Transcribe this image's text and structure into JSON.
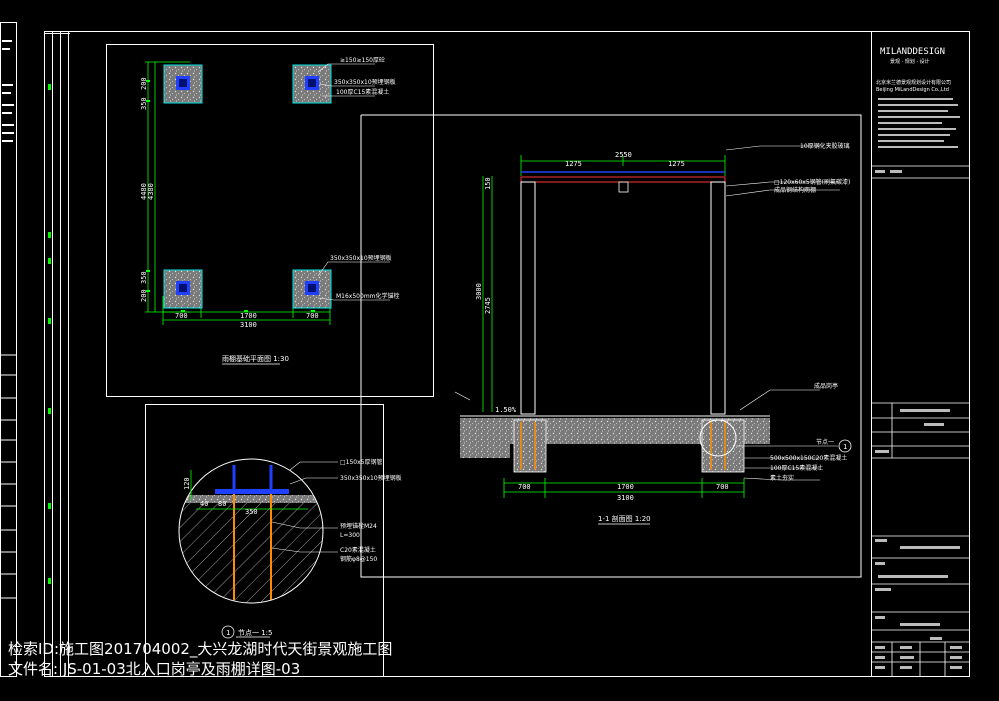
{
  "overlay": {
    "search_id": "检索ID:施工图201704002_大兴龙湖时代天街景观施工图",
    "file_name": "文件名: JS-01-03北入口岗亭及雨棚详图-03"
  },
  "plan_view": {
    "title": "雨棚基础平面图 1:30",
    "top_dims": [
      "700",
      "1700",
      "700"
    ],
    "top_total": "3100",
    "left_dims": [
      "200",
      "350",
      "4380",
      "350",
      "200"
    ],
    "left_total": "4480",
    "labels": [
      "≥150≥150厚砼",
      "350x350x10预埋钢板",
      "100厚C15素混凝土",
      "350x350x10预埋钢板",
      "M16x500mm化学锚栓"
    ]
  },
  "section_view": {
    "title": "1-1 剖面图 1:20",
    "top_dims": [
      "1275",
      "1275"
    ],
    "top_total": "2550",
    "bottom_dims": [
      "700",
      "1700",
      "700"
    ],
    "bottom_total": "3100",
    "height_labels": [
      "3000",
      "2745",
      "150"
    ],
    "slope_label": "1.50%",
    "callout_number": "1",
    "callout_label": "节点一",
    "labels": [
      "10厚钢化夹胶玻璃",
      "□120x60x5钢管(刷氟碳漆)",
      "成品钢结构雨棚",
      "成品岗亭",
      "500x500x150C20素混凝土",
      "100厚C15素混凝土",
      "素土夯实"
    ]
  },
  "detail_view": {
    "title": "节点一 1:5",
    "callout_number": "1",
    "dims": [
      "40",
      "80",
      "350",
      "120"
    ],
    "labels": [
      "□150x5厚钢管",
      "350x350x10预埋钢板",
      "预埋锚栓M24",
      "L=300",
      "C20素混凝土",
      "钢筋φ8@150"
    ]
  },
  "title_block": {
    "brand": "MILANDDESIGN",
    "brand_sub": "景观 · 规划 · 设计",
    "company": "北京米兰德景观规划设计有限公司",
    "company_en": "Beijing MiLandDesign Co.,Ltd"
  },
  "colors": {
    "background": "#000000",
    "frame": "#ffffff",
    "dimension": "#00ff00",
    "concrete": "#b8b8b8",
    "steel": "#3355ff",
    "rebar": "#ff8c00",
    "text": "#ffffff",
    "cyan_lines": "#00e5e5",
    "red_lines": "#ff3333"
  }
}
